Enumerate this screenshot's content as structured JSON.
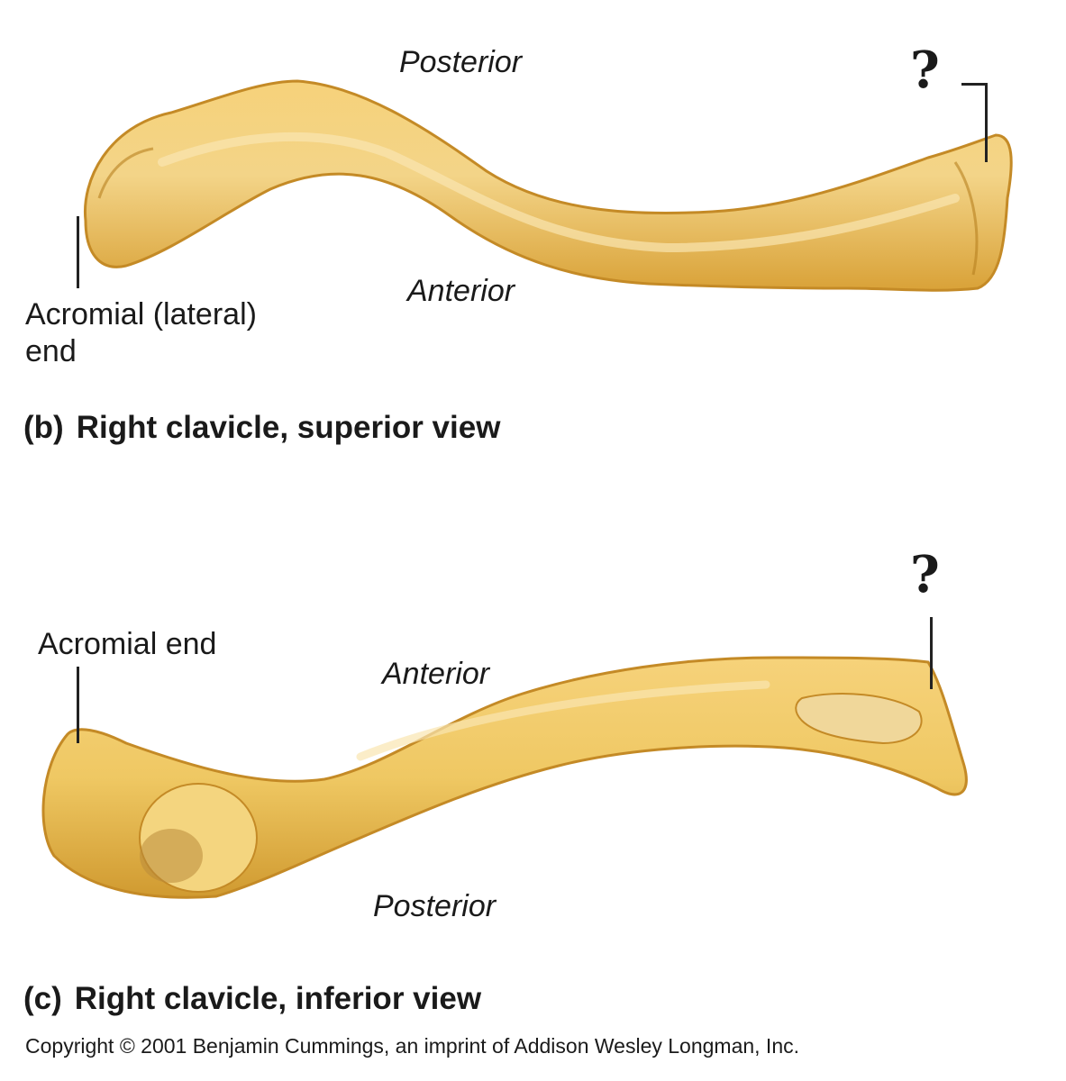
{
  "superior": {
    "posterior_label": "Posterior",
    "anterior_label": "Anterior",
    "acromial_label_line1": "Acromial (lateral)",
    "acromial_label_line2": "end",
    "unknown_label": "?",
    "caption_letter": "(b)",
    "caption_text": "Right clavicle, superior view"
  },
  "inferior": {
    "anterior_label": "Anterior",
    "posterior_label": "Posterior",
    "acromial_label": "Acromial end",
    "unknown_label": "?",
    "caption_letter": "(c)",
    "caption_text": "Right clavicle, inferior view"
  },
  "copyright": "Copyright © 2001 Benjamin Cummings, an imprint of Addison Wesley Longman, Inc.",
  "colors": {
    "bone_fill": "#e8b84a",
    "bone_highlight": "#f7df9c",
    "bone_shadow": "#c98f28"
  }
}
